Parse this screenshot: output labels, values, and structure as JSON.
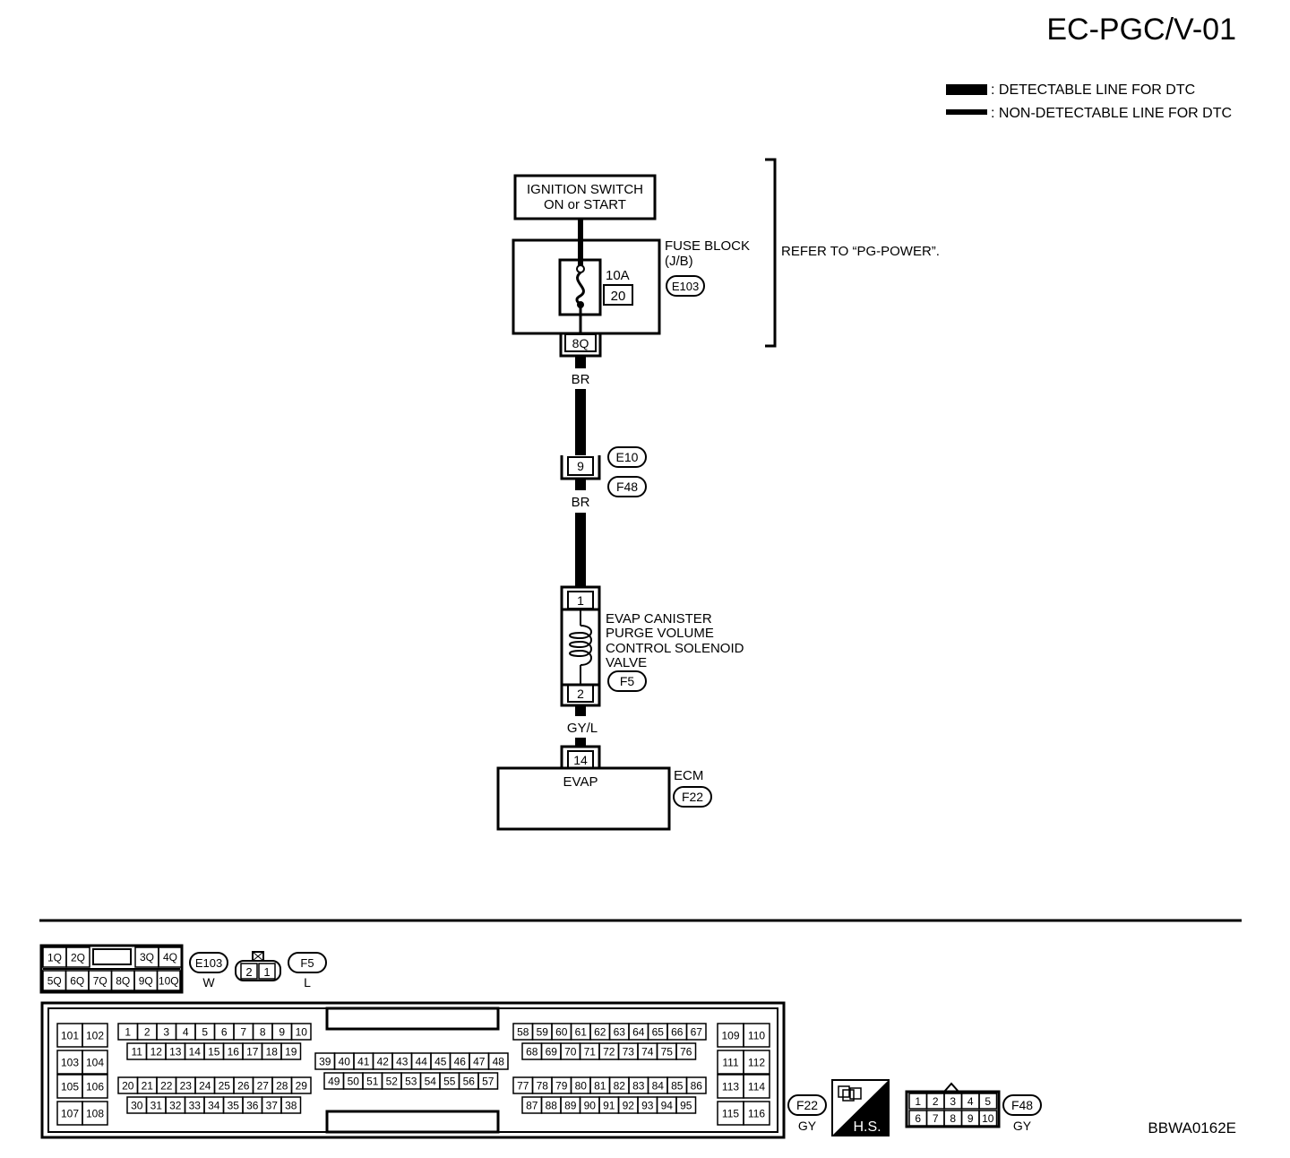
{
  "title": "EC-PGC/V-01",
  "legend": {
    "detectable": ": DETECTABLE LINE FOR DTC",
    "non_detectable": ": NON-DETECTABLE LINE FOR DTC"
  },
  "ignition": {
    "line1": "IGNITION SWITCH",
    "line2": "ON or START"
  },
  "fuse_block": {
    "label1": "FUSE BLOCK",
    "label2": "(J/B)",
    "amp": "10A",
    "fuse_no": "20",
    "connector": "E103",
    "terminal": "8Q"
  },
  "refer": "REFER TO “PG-POWER”.",
  "wire1_color": "BR",
  "joint": {
    "terminal": "9",
    "conn_top": "E10",
    "conn_bottom": "F48"
  },
  "wire2_color": "BR",
  "solenoid": {
    "line1": "EVAP CANISTER",
    "line2": "PURGE VOLUME",
    "line3": "CONTROL SOLENOID",
    "line4": "VALVE",
    "term_in": "1",
    "term_out": "2",
    "connector": "F5"
  },
  "wire3_color": "GY/L",
  "ecm": {
    "label": "ECM",
    "terminal": "14",
    "pin_name": "EVAP",
    "connector": "F22"
  },
  "connectors": {
    "e103": {
      "id": "E103",
      "color": "W",
      "row1": [
        "1Q",
        "2Q",
        "3Q",
        "4Q"
      ],
      "row2": [
        "5Q",
        "6Q",
        "7Q",
        "8Q",
        "9Q",
        "10Q"
      ]
    },
    "f5": {
      "id": "F5",
      "color": "L",
      "pins": [
        "2",
        "1"
      ]
    },
    "f22": {
      "id": "F22",
      "color": "GY",
      "groupA_row1": [
        "101",
        "102"
      ],
      "groupA_row2": [
        "103",
        "104"
      ],
      "groupA_row3": [
        "105",
        "106"
      ],
      "groupA_row4": [
        "107",
        "108"
      ],
      "groupB_row1": [
        "1",
        "2",
        "3",
        "4",
        "5",
        "6",
        "7",
        "8",
        "9",
        "10"
      ],
      "groupB_row2": [
        "11",
        "12",
        "13",
        "14",
        "15",
        "16",
        "17",
        "18",
        "19"
      ],
      "groupB_row3": [
        "20",
        "21",
        "22",
        "23",
        "24",
        "25",
        "26",
        "27",
        "28",
        "29"
      ],
      "groupB_row4": [
        "30",
        "31",
        "32",
        "33",
        "34",
        "35",
        "36",
        "37",
        "38"
      ],
      "groupC_row1": [
        "39",
        "40",
        "41",
        "42",
        "43",
        "44",
        "45",
        "46",
        "47",
        "48"
      ],
      "groupC_row2": [
        "49",
        "50",
        "51",
        "52",
        "53",
        "54",
        "55",
        "56",
        "57"
      ],
      "groupD_row1": [
        "58",
        "59",
        "60",
        "61",
        "62",
        "63",
        "64",
        "65",
        "66",
        "67"
      ],
      "groupD_row2": [
        "68",
        "69",
        "70",
        "71",
        "72",
        "73",
        "74",
        "75",
        "76"
      ],
      "groupD_row3": [
        "77",
        "78",
        "79",
        "80",
        "81",
        "82",
        "83",
        "84",
        "85",
        "86"
      ],
      "groupD_row4": [
        "87",
        "88",
        "89",
        "90",
        "91",
        "92",
        "93",
        "94",
        "95"
      ],
      "groupE_row1": [
        "109",
        "110"
      ],
      "groupE_row2": [
        "111",
        "112"
      ],
      "groupE_row3": [
        "113",
        "114"
      ],
      "groupE_row4": [
        "115",
        "116"
      ]
    },
    "hs": "H.S.",
    "f48": {
      "id": "F48",
      "color": "GY",
      "row1": [
        "1",
        "2",
        "3",
        "4",
        "5"
      ],
      "row2": [
        "6",
        "7",
        "8",
        "9",
        "10"
      ]
    }
  },
  "code": "BBWA0162E"
}
